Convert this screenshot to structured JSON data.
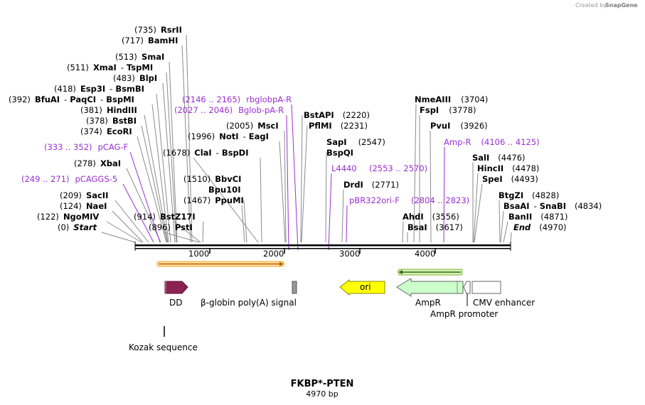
{
  "credit": "Created by",
  "credit_brand": "SnapGene",
  "title": "FKBP*-PTEN",
  "subtitle": "4970 bp",
  "ticks": [
    "1000",
    "2000",
    "3000",
    "4000"
  ],
  "sites": [
    {
      "pos": "(735)",
      "name": "RsrII"
    },
    {
      "pos": "(717)",
      "name": "BamHI"
    },
    {
      "pos": "(513)",
      "name": "SmaI"
    },
    {
      "pos": "(511)",
      "name": "XmaI",
      "name2": "TspMI"
    },
    {
      "pos": "(483)",
      "name": "BlpI"
    },
    {
      "pos": "(418)",
      "name": "Esp3I",
      "name2": "BsmBI"
    },
    {
      "pos": "(392)",
      "name": "BfuAI",
      "name2": "PaqCI",
      "name3": "BspMI"
    },
    {
      "pos": "(381)",
      "name": "HindIII"
    },
    {
      "pos": "(378)",
      "name": "BstBI"
    },
    {
      "pos": "(374)",
      "name": "EcoRI"
    },
    {
      "pos": "(278)",
      "name": "XbaI"
    },
    {
      "pos": "(209)",
      "name": "SacII"
    },
    {
      "pos": "(124)",
      "name": "NaeI"
    },
    {
      "pos": "(122)",
      "name": "NgoMIV"
    },
    {
      "pos": "(0)",
      "name": "Start"
    },
    {
      "pos": "(1678)",
      "name": "ClaI",
      "name2": "BspDI"
    },
    {
      "pos": "(1996)",
      "name": "NotI",
      "name2": "EagI"
    },
    {
      "pos": "(2005)",
      "name": "MscI"
    },
    {
      "pos": "(1510)",
      "name": "BbvCI"
    },
    {
      "name": "Bpu10I"
    },
    {
      "pos": "(1467)",
      "name": "PpuMI"
    },
    {
      "pos": "(914)",
      "name": "BstZ17I"
    },
    {
      "pos": "(896)",
      "name": "PstI"
    },
    {
      "name": "BstAPI",
      "pos": "(2220)"
    },
    {
      "name": "PflMI",
      "pos": "(2231)"
    },
    {
      "name": "SapI",
      "pos": "(2547)"
    },
    {
      "name": "BspQI"
    },
    {
      "name": "DrdI",
      "pos": "(2771)"
    },
    {
      "name": "NmeAIII",
      "pos": "(3704)"
    },
    {
      "name": "FspI",
      "pos": "(3778)"
    },
    {
      "name": "PvuI",
      "pos": "(3926)"
    },
    {
      "name": "SalI",
      "pos": "(4476)"
    },
    {
      "name": "HincII",
      "pos": "(4478)"
    },
    {
      "name": "SpeI",
      "pos": "(4493)"
    },
    {
      "name": "BtgZI",
      "pos": "(4828)"
    },
    {
      "name": "BsaAI",
      "name2": "SnaBI",
      "pos": "(4834)"
    },
    {
      "name": "BanII",
      "pos": "(4871)"
    },
    {
      "name": "End",
      "pos": "(4970)"
    },
    {
      "name": "AhdI",
      "pos": "(3556)"
    },
    {
      "name": "BsaI",
      "pos": "(3617)"
    }
  ],
  "primers": [
    {
      "range": "(2146 .. 2165)",
      "name": "rbglobpA-R"
    },
    {
      "range": "(2027 .. 2046)",
      "name": "Bglob-pA-R"
    },
    {
      "range": "(333 .. 352)",
      "name": "pCAG-F"
    },
    {
      "range": "(249 .. 271)",
      "name": "pCAGGS-5"
    },
    {
      "name": "L4440"
    },
    {
      "range": "(2553 .. 2570)"
    },
    {
      "name": "pBR322ori-F"
    },
    {
      "range": "(2804 .. 2823)"
    },
    {
      "name": "Amp-R",
      "range": "(4106 .. 4125)"
    }
  ],
  "features": {
    "dd": "DD",
    "betaglobin": "β-globin poly(A) signal",
    "ori": "ori",
    "ampr": "AmpR",
    "ampr_promoter": "AmpR promoter",
    "cmv": "CMV enhancer",
    "kozak": "Kozak sequence"
  },
  "colors": {
    "dd": "#8b2252",
    "ori": "#ffff00",
    "ampr": "#ccffcc",
    "orf_orange": "#f5a623",
    "orf_green": "#7db33e",
    "primer": "#9b2fd1"
  }
}
